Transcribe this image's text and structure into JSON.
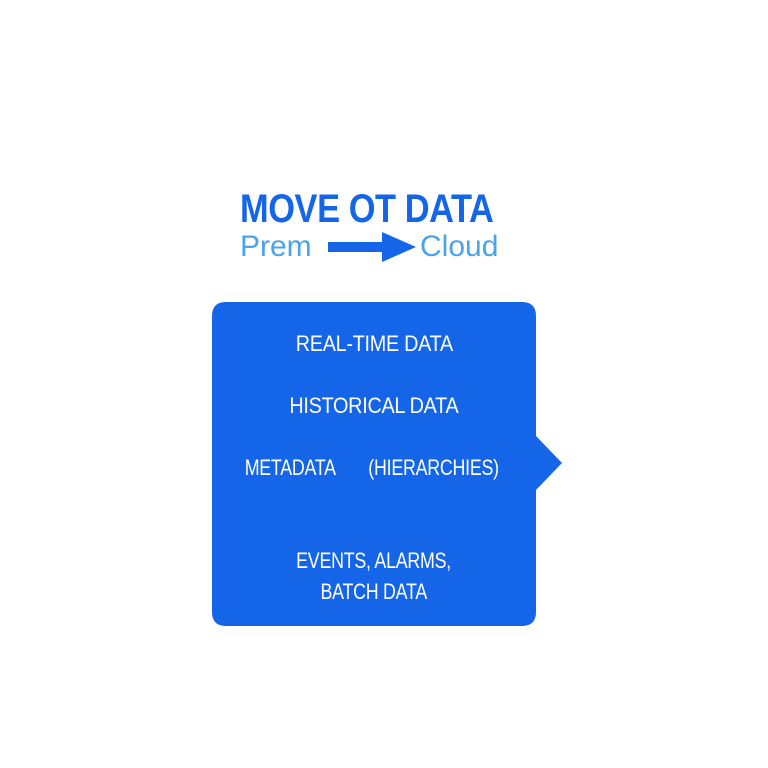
{
  "title": "MOVE OT DATA",
  "flow": {
    "from": "Prem",
    "to": "Cloud",
    "arrow_icon": "right-arrow-icon"
  },
  "panel": {
    "items": [
      {
        "lines": [
          "REAL-TIME DATA"
        ]
      },
      {
        "lines": [
          "HISTORICAL DATA"
        ]
      },
      {
        "lines": [
          "METADATA",
          "(HIERARCHIES)"
        ]
      },
      {
        "lines": [
          "EVENTS, ALARMS,",
          "BATCH DATA"
        ]
      }
    ]
  },
  "colors": {
    "title": "#1565e8",
    "flow_text": "#4aa3ee",
    "arrow": "#1565e8",
    "panel": "#1565e8",
    "panel_text": "#ffffff"
  }
}
